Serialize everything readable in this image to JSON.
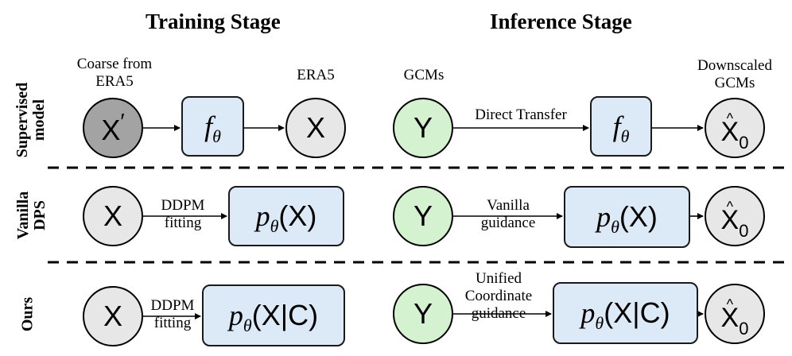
{
  "titles": {
    "training": "Training Stage",
    "inference": "Inference Stage"
  },
  "row_labels": {
    "supervised": [
      "Supervised",
      "model"
    ],
    "vanilla": [
      "Vanilla",
      "DPS"
    ],
    "ours": "Ours"
  },
  "supervised": {
    "coarse_label": [
      "Coarse from",
      "ERA5"
    ],
    "era5_label": "ERA5",
    "gcms_label": "GCMs",
    "downscaled_label": [
      "Downscaled",
      "GCMs"
    ],
    "x_prime": "X",
    "prime_mark": "′",
    "f_symbol": "f",
    "theta": "θ",
    "x": "X",
    "y": "Y",
    "arrow_label": "Direct Transfer"
  },
  "vanilla": {
    "x": "X",
    "fit_label": [
      "DDPM",
      "fitting"
    ],
    "model": {
      "p": "p",
      "theta": "θ",
      "arg": "(X)"
    },
    "y": "Y",
    "guide_label": [
      "Vanilla",
      "guidance"
    ]
  },
  "ours": {
    "x": "X",
    "fit_label": [
      "DDPM",
      "fitting"
    ],
    "model": {
      "p": "p",
      "theta": "θ",
      "arg": "(X|C)"
    },
    "y": "Y",
    "guide_label": [
      "Unified",
      "Coordinate",
      "guidance"
    ]
  },
  "output": {
    "hat": "^",
    "x": "X",
    "sub": "0"
  },
  "colors": {
    "gray_node": "#e7e7e7",
    "dark_node": "#a3a3a3",
    "green_node": "#d4f2d0",
    "model_box": "#dce9f6"
  }
}
